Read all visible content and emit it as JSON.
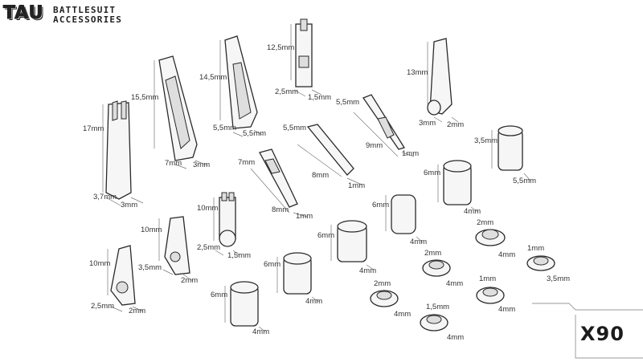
{
  "header": {
    "brand": "TAU",
    "line1": "BATTLESUIT",
    "line2": "ACCESSORIES"
  },
  "badge": {
    "count": "X90"
  },
  "labels": {
    "l17": "17mm",
    "l3_7": "3,7mm",
    "l3a": "3mm",
    "l15_5": "15,5mm",
    "l7a": "7mm",
    "l3b": "3mm",
    "l14_5": "14,5mm",
    "l5_5a": "5,5mm",
    "l5_5b": "5,5mm",
    "l12_5": "12,5mm",
    "l2_5a": "2,5mm",
    "l1_5a": "1,5mm",
    "l5_5c": "5,5mm",
    "l9": "9mm",
    "l1a": "1mm",
    "l13": "13mm",
    "l3c": "3mm",
    "l2a": "2mm",
    "l5_5d": "5,5mm",
    "l8": "8mm",
    "l1b": "1mm",
    "l7b": "7mm",
    "l8b": "8mm",
    "l1c": "1mm",
    "l3_5a": "3,5mm",
    "l5_5e": "5,5mm",
    "l6a": "6mm",
    "l4a": "4mm",
    "l6b": "6mm",
    "l4b": "4mm",
    "l10a": "10mm",
    "l2_5b": "2,5mm",
    "l1_5b": "1,5mm",
    "l6c": "6mm",
    "l4c": "4mm",
    "l10b": "10mm",
    "l3_5b": "3,5mm",
    "l2b": "2mm",
    "l6d": "6mm",
    "l4d": "4mm",
    "l2c": "2mm",
    "l4e": "4mm",
    "l1d": "1mm",
    "l3_5c": "3,5mm",
    "l10c": "10mm",
    "l2_5c": "2,5mm",
    "l2d": "2mm",
    "l6e": "6mm",
    "l4f": "4mm",
    "l2e": "2mm",
    "l4g": "4mm",
    "l2f": "2mm",
    "l4h": "4mm",
    "l1e": "1mm",
    "l4i": "4mm",
    "l1_5c": "1,5mm",
    "l4j": "4mm"
  }
}
